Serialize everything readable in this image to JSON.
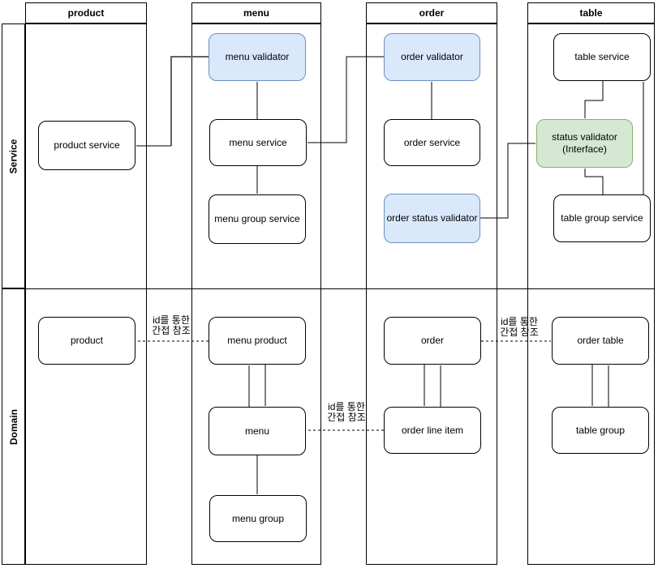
{
  "lanes": {
    "columns": [
      "product",
      "menu",
      "order",
      "table"
    ],
    "rows": [
      "Service",
      "Domain"
    ]
  },
  "nodes": {
    "product_service": "product service",
    "menu_validator": "menu validator",
    "menu_service": "menu service",
    "menu_group_service": "menu group service",
    "order_validator": "order validator",
    "order_service": "order service",
    "order_status_validator": "order status validator",
    "table_service": "table service",
    "status_validator": "status validator\n(Interface)",
    "table_group_service": "table group service",
    "product": "product",
    "menu_product": "menu product",
    "menu": "menu",
    "menu_group": "menu group",
    "order": "order",
    "order_line_item": "order line item",
    "order_table": "order table",
    "table_group": "table group"
  },
  "edge_labels": {
    "ref_to_product": "id를 통한\n간접 참조",
    "ref_to_menu": "id를 통한\n간접 참조",
    "ref_to_order_table": "id를 통한\n간접 참조"
  },
  "colors": {
    "validator_fill": "#dae8fc",
    "validator_border": "#6c8ebf",
    "interface_fill": "#d5e8d4",
    "interface_border": "#82b366",
    "line": "#000000",
    "gray_segment": "#616161"
  }
}
